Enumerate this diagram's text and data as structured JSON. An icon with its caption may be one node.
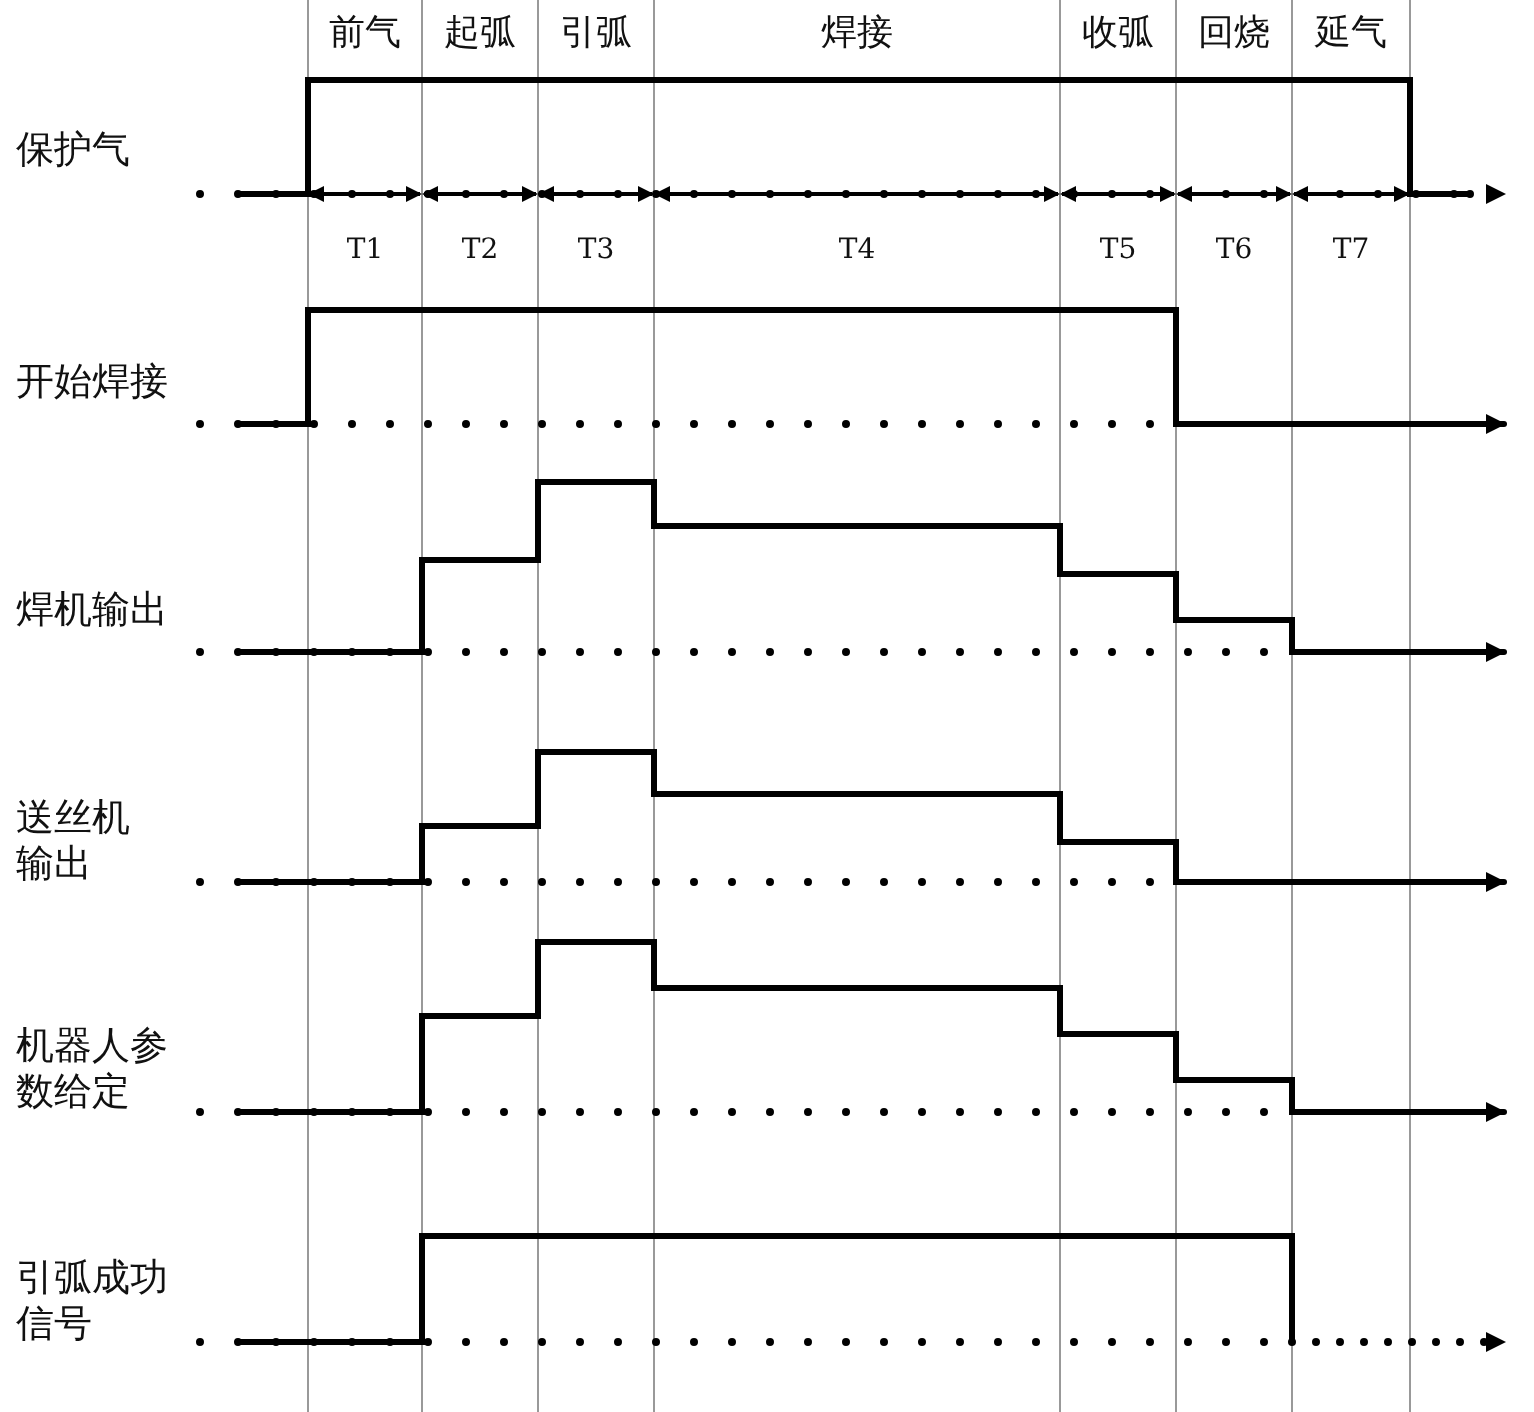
{
  "diagram": {
    "labels": [
      "前气",
      "起弧",
      "引弧",
      "焊接",
      "收弧",
      "回烧",
      "延气",
      "T1",
      "T2",
      "T3",
      "T4",
      "T5",
      "T6",
      "T7",
      "保护气",
      "开始焊接",
      "焊机输出",
      "送丝机输出",
      "机器人参数给定",
      "引弧成功信号"
    ]
  }
}
